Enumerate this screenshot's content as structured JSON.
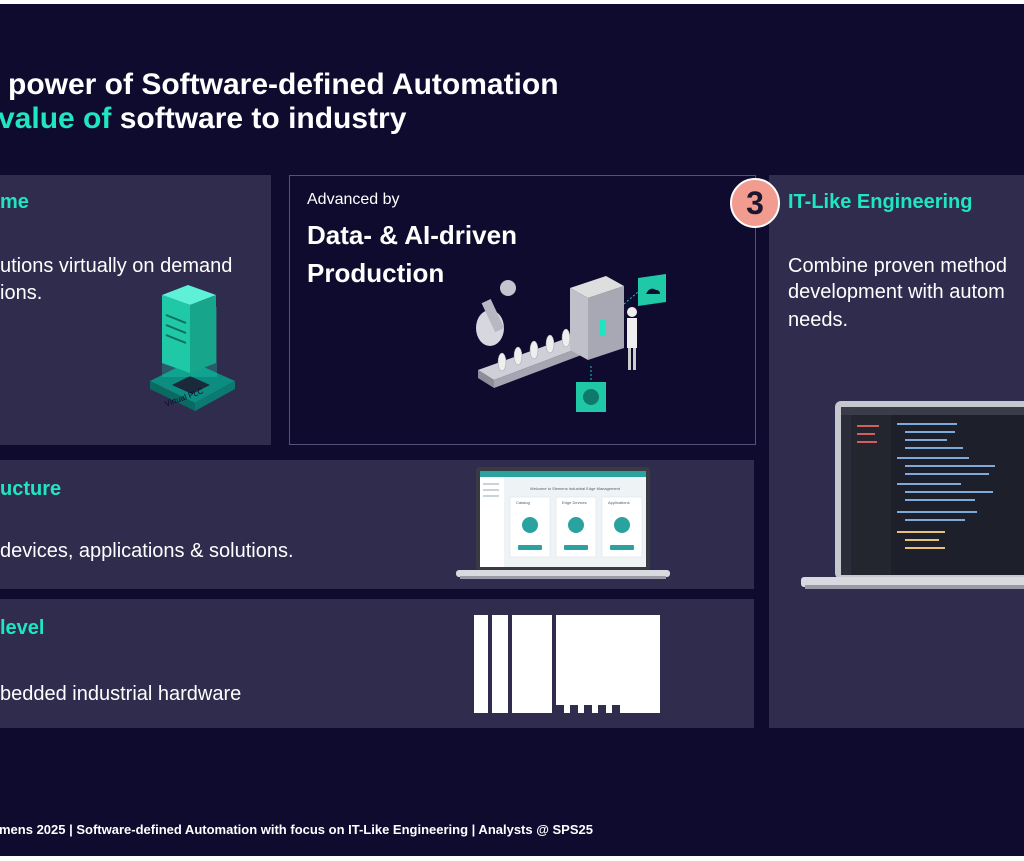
{
  "title": {
    "line1": "power of Software-defined Automation",
    "line2_accent": "value of",
    "line2_rest": " software to industry"
  },
  "panels": {
    "top_left": {
      "title": "me",
      "text_line1": "utions virtually on demand",
      "text_line2": "ions.",
      "illustration_label": "Virtual PLC"
    },
    "center": {
      "advanced_by": "Advanced by",
      "heading_line1": "Data- & AI-driven",
      "heading_line2": "Production"
    },
    "right": {
      "badge": "3",
      "title": "IT-Like Engineering",
      "text_line1": "Combine proven method",
      "text_line2": "development with autom",
      "text_line3": "needs."
    },
    "middle": {
      "title": "ucture",
      "text": "devices, applications & solutions.",
      "laptop_header": "Welcome to Siemens Industrial Edge Management",
      "cards": [
        "Catalog",
        "Edge Devices",
        "Applications"
      ]
    },
    "bottom": {
      "title": "level",
      "text": "bedded industrial hardware"
    }
  },
  "footer": "mens 2025 | Software-defined Automation with focus on IT-Like Engineering | Analysts @ SPS25",
  "colors": {
    "background": "#0f0b2e",
    "panel": "#2f2c4e",
    "accent": "#1fe6c0",
    "badge": "#f29b8f"
  }
}
